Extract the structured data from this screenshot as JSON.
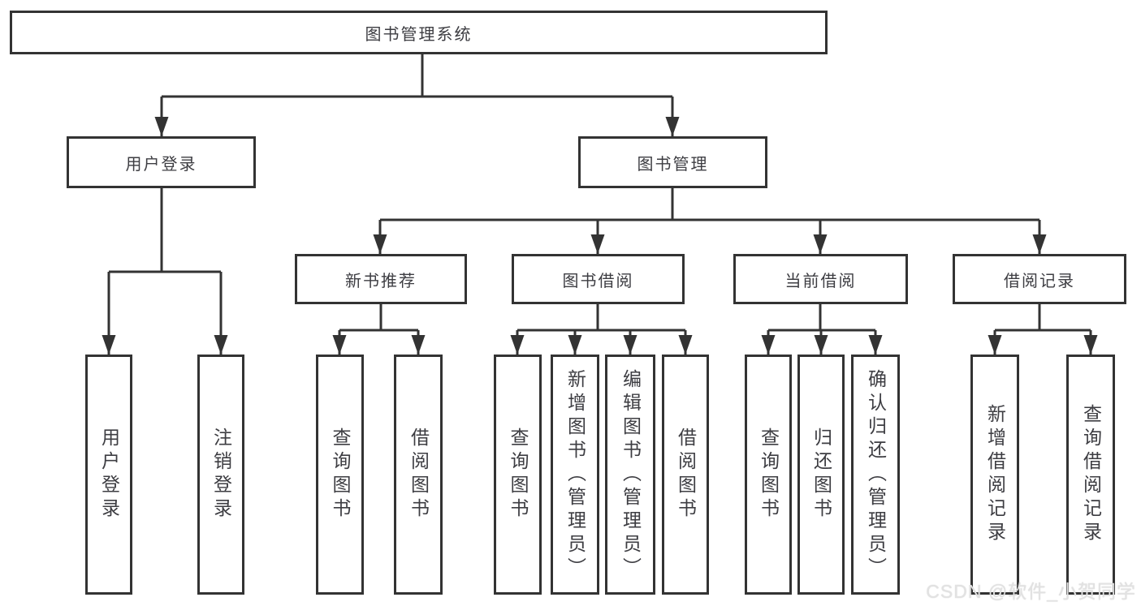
{
  "tree": {
    "label": "图书管理系统",
    "children": [
      {
        "label": "用户登录",
        "children": [
          {
            "label": "用户登录"
          },
          {
            "label": "注销登录"
          }
        ]
      },
      {
        "label": "图书管理",
        "children": [
          {
            "label": "新书推荐",
            "children": [
              {
                "label": "查询图书"
              },
              {
                "label": "借阅图书"
              }
            ]
          },
          {
            "label": "图书借阅",
            "children": [
              {
                "label": "查询图书"
              },
              {
                "label": "新增图书（管理员）"
              },
              {
                "label": "编辑图书（管理员）"
              },
              {
                "label": "借阅图书"
              }
            ]
          },
          {
            "label": "当前借阅",
            "children": [
              {
                "label": "查询图书"
              },
              {
                "label": "归还图书"
              },
              {
                "label": "确认归还（管理员）"
              }
            ]
          },
          {
            "label": "借阅记录",
            "children": [
              {
                "label": "新增借阅记录"
              },
              {
                "label": "查询借阅记录"
              }
            ]
          }
        ]
      }
    ]
  },
  "watermark": {
    "text": "CSDN @软件_小贺同学"
  },
  "colors": {
    "line": "#333333",
    "node_border": "#333333",
    "node_text": "#3d3d42",
    "background": "#ffffff",
    "watermark_text": "#e2e2e2"
  }
}
